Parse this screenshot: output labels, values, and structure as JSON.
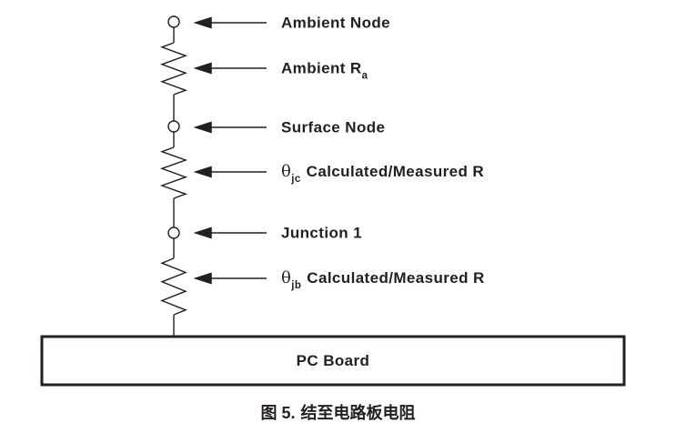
{
  "rows": [
    {
      "label": "Ambient Node"
    },
    {
      "pre": "Ambient R",
      "sub": "a"
    },
    {
      "label": "Surface Node"
    },
    {
      "sym": "θ",
      "sub": "jc",
      "rest": "Calculated/Measured R"
    },
    {
      "label": "Junction 1"
    },
    {
      "sym": "θ",
      "sub": "jb",
      "rest": "Calculated/Measured R"
    }
  ],
  "board": {
    "label": "PC Board"
  },
  "caption": {
    "figure_label": "图 5.",
    "title": "结至电路板电阻"
  },
  "colors": {
    "line": "#231f20",
    "text": "#231f20",
    "background": "#ffffff"
  }
}
